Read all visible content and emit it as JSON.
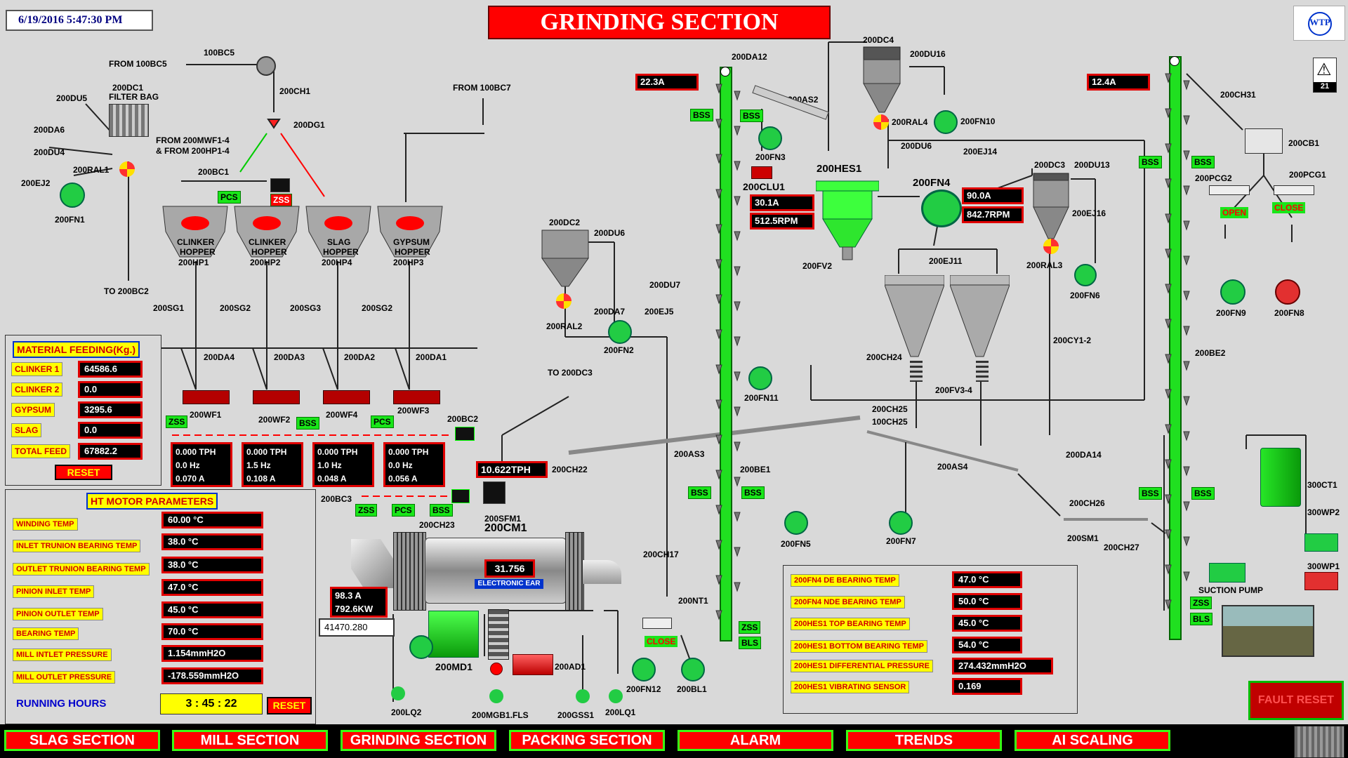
{
  "header": {
    "datetime": "6/19/2016 5:47:30 PM",
    "title": "GRINDING SECTION",
    "logo": "WTP",
    "alarm_count": "21"
  },
  "labels": {
    "from100bc5": "FROM 100BC5",
    "bc5": "100BC5",
    "ch1": "200CH1",
    "dg1": "200DG1",
    "from100bc7": "FROM 100BC7",
    "du5": "200DU5",
    "dc1": "200DC1",
    "filterbag": "FILTER BAG",
    "da6": "200DA6",
    "du4": "200DU4",
    "ej2": "200EJ2",
    "ral1": "200RAL1",
    "fn1": "200FN1",
    "to200bc2": "TO 200BC2",
    "from_mwf": "FROM 200MWF1-4",
    "from_hp": "& FROM 200HP1-4",
    "bc1": "200BC1",
    "sg1": "200SG1",
    "sg2a": "200SG2",
    "sg3": "200SG3",
    "sg2b": "200SG2",
    "da4": "200DA4",
    "da3": "200DA3",
    "da2": "200DA2",
    "da1": "200DA1",
    "wf1": "200WF1",
    "wf2": "200WF2",
    "wf4": "200WF4",
    "wf3": "200WF3",
    "bc2": "200BC2",
    "bc3": "200BC3",
    "ch23": "200CH23",
    "sfm1": "200SFM1",
    "cm1": "200CM1",
    "ch22": "200CH22",
    "to200dc3": "TO  200DC3",
    "dc2": "200DC2",
    "du6": "200DU6",
    "du7": "200DU7",
    "da7": "200DA7",
    "ej5": "200EJ5",
    "ral2": "200RAL2",
    "fn2": "200FN2",
    "md1": "200MD1",
    "ad1": "200AD1",
    "lq2": "200LQ2",
    "mgb1": "200MGB1.FLS",
    "gss1": "200GSS1",
    "lq1": "200LQ1",
    "fn12": "200FN12",
    "bl1": "200BL1",
    "ch17": "200CH17",
    "nt1": "200NT1",
    "da12": "200DA12",
    "as2": "200AS2",
    "fn3": "200FN3",
    "clu1": "200CLU1",
    "fn11": "200FN11",
    "as3": "200AS3",
    "be1": "200BE1",
    "fn5": "200FN5",
    "fn7": "200FN7",
    "dc4": "200DC4",
    "du16": "200DU16",
    "ral4": "200RAL4",
    "fn10": "200FN10",
    "du6b": "200DU6",
    "ej14": "200EJ14",
    "hes1": "200HES1",
    "fn4": "200FN4",
    "fv2": "200FV2",
    "ej11": "200EJ11",
    "ch24": "200CH24",
    "fv34": "200FV3-4",
    "ch25a": "200CH25",
    "ch25b": "100CH25",
    "as4": "200AS4",
    "dc3": "200DC3",
    "du13": "200DU13",
    "ej16": "200EJ16",
    "ral3": "200RAL3",
    "fn6": "200FN6",
    "cy12": "200CY1-2",
    "da14": "200DA14",
    "ch26": "200CH26",
    "sm1": "200SM1",
    "ch27": "200CH27",
    "ch31": "200CH31",
    "cb1": "200CB1",
    "pcg2": "200PCG2",
    "pcg1": "200PCG1",
    "fn9": "200FN9",
    "fn8": "200FN8",
    "be2": "200BE2",
    "oct1": "300CT1",
    "wp2": "300WP2",
    "wp1": "300WP1",
    "suction": "SUCTION PUMP"
  },
  "tags": {
    "pcs": "PCS",
    "zss": "ZSS",
    "bss": "BSS",
    "bls": "BLS",
    "open": "OPEN",
    "close": "CLOSE"
  },
  "hoppers": [
    {
      "l1": "CLINKER",
      "l2": "HOPPER",
      "id": "200HP1"
    },
    {
      "l1": "CLINKER",
      "l2": "HOPPER",
      "id": "200HP2"
    },
    {
      "l1": "SLAG",
      "l2": "HOPPER",
      "id": "200HP4"
    },
    {
      "l1": "GYPSUM",
      "l2": "HOPPER",
      "id": "200HP3"
    }
  ],
  "feeders": [
    {
      "tph": "0.000 TPH",
      "hz": "0.0 Hz",
      "a": "0.070  A"
    },
    {
      "tph": "0.000 TPH",
      "hz": "1.5 Hz",
      "a": "0.108  A"
    },
    {
      "tph": "0.000 TPH",
      "hz": "1.0 Hz",
      "a": "0.048  A"
    },
    {
      "tph": "0.000 TPH",
      "hz": "0.0 Hz",
      "a": "0.056  A"
    }
  ],
  "material": {
    "title": "MATERIAL FEEDING(Kg.)",
    "rows": [
      {
        "label": "CLINKER 1",
        "value": "64586.6"
      },
      {
        "label": "CLINKER 2",
        "value": "0.0"
      },
      {
        "label": "GYPSUM",
        "value": "3295.6"
      },
      {
        "label": "SLAG",
        "value": "0.0"
      },
      {
        "label": "TOTAL FEED",
        "value": "67882.2"
      }
    ],
    "reset": "RESET"
  },
  "ht": {
    "title": "HT MOTOR PARAMETERS",
    "rows": [
      {
        "label": "WINDING TEMP",
        "value": "60.00 °C"
      },
      {
        "label": "INLET TRUNION BEARING TEMP",
        "value": "38.0 °C"
      },
      {
        "label": "OUTLET TRUNION BEARING TEMP",
        "value": "38.0 °C"
      },
      {
        "label": "PINION INLET TEMP",
        "value": "47.0 °C"
      },
      {
        "label": "PINION OUTLET TEMP",
        "value": "45.0 °C"
      },
      {
        "label": "BEARING TEMP",
        "value": "70.0 °C"
      },
      {
        "label": "MILL INTLET PRESSURE",
        "value": "1.154mmH2O"
      },
      {
        "label": "MILL OUTLET PRESSURE",
        "value": "-178.559mmH2O"
      }
    ],
    "running_label": "RUNNING HOURS",
    "running": "3 : 45 : 22",
    "reset": "RESET"
  },
  "values": {
    "da12_amp": "22.3A",
    "be2_amp": "12.4A",
    "clu_a": "30.1A",
    "clu_rpm": "512.5RPM",
    "fn4_a": "90.0A",
    "fn4_rpm": "842.7RPM",
    "feed_tph": "10.622TPH",
    "ear": "31.756",
    "ear_label": "ELECTRONIC EAR",
    "mill_a": "98.3 A",
    "mill_kw": "792.6KW",
    "counter": "41470.280"
  },
  "bearing": {
    "rows": [
      {
        "label": "200FN4 DE BEARING TEMP",
        "value": "47.0 °C"
      },
      {
        "label": "200FN4 NDE BEARING TEMP",
        "value": "50.0 °C"
      },
      {
        "label": "200HES1 TOP BEARING TEMP",
        "value": "45.0 °C"
      },
      {
        "label": "200HES1 BOTTOM BEARING TEMP",
        "value": "54.0 °C"
      },
      {
        "label": "200HES1 DIFFERENTIAL PRESSURE",
        "value": "274.432mmH2O"
      },
      {
        "label": "200HES1 VIBRATING SENSOR",
        "value": "0.169"
      }
    ]
  },
  "fault_reset": "FAULT RESET",
  "nav": [
    "SLAG SECTION",
    "MILL SECTION",
    "GRINDING SECTION",
    "PACKING SECTION",
    "ALARM",
    "TRENDS",
    "AI SCALING"
  ]
}
